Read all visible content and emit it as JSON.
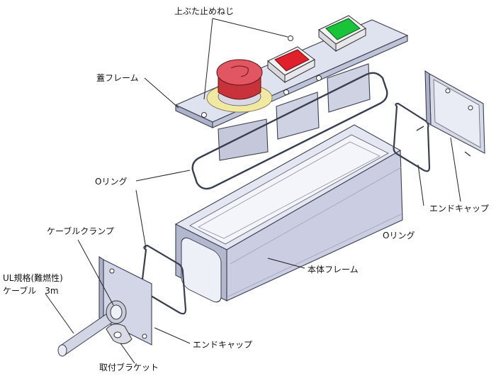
{
  "labels": {
    "top_screw": "上ぶた止めねじ",
    "lid_frame": "蓋フレーム",
    "o_ring_left": "Oリング",
    "o_ring_right": "Oリング",
    "end_cap_right": "エンドキャップ",
    "end_cap_bottom": "エンドキャップ",
    "cable_clamp": "ケーブルクランプ",
    "cable_ul_1": "UL規格(難燃性)",
    "cable_ul_2": "ケーブル　3m",
    "body_frame": "本体フレーム",
    "mount_bracket": "取付ブラケット"
  },
  "colors": {
    "metal_light": "#e3e6f1",
    "metal_mid": "#c8cbe0",
    "metal_dark": "#a9adc6",
    "outline": "#3a3f50",
    "emergency_red": "#d6424a",
    "button_red": "#e0202a",
    "button_green": "#19c33a",
    "collar_yellow": "#f1e9a2"
  }
}
